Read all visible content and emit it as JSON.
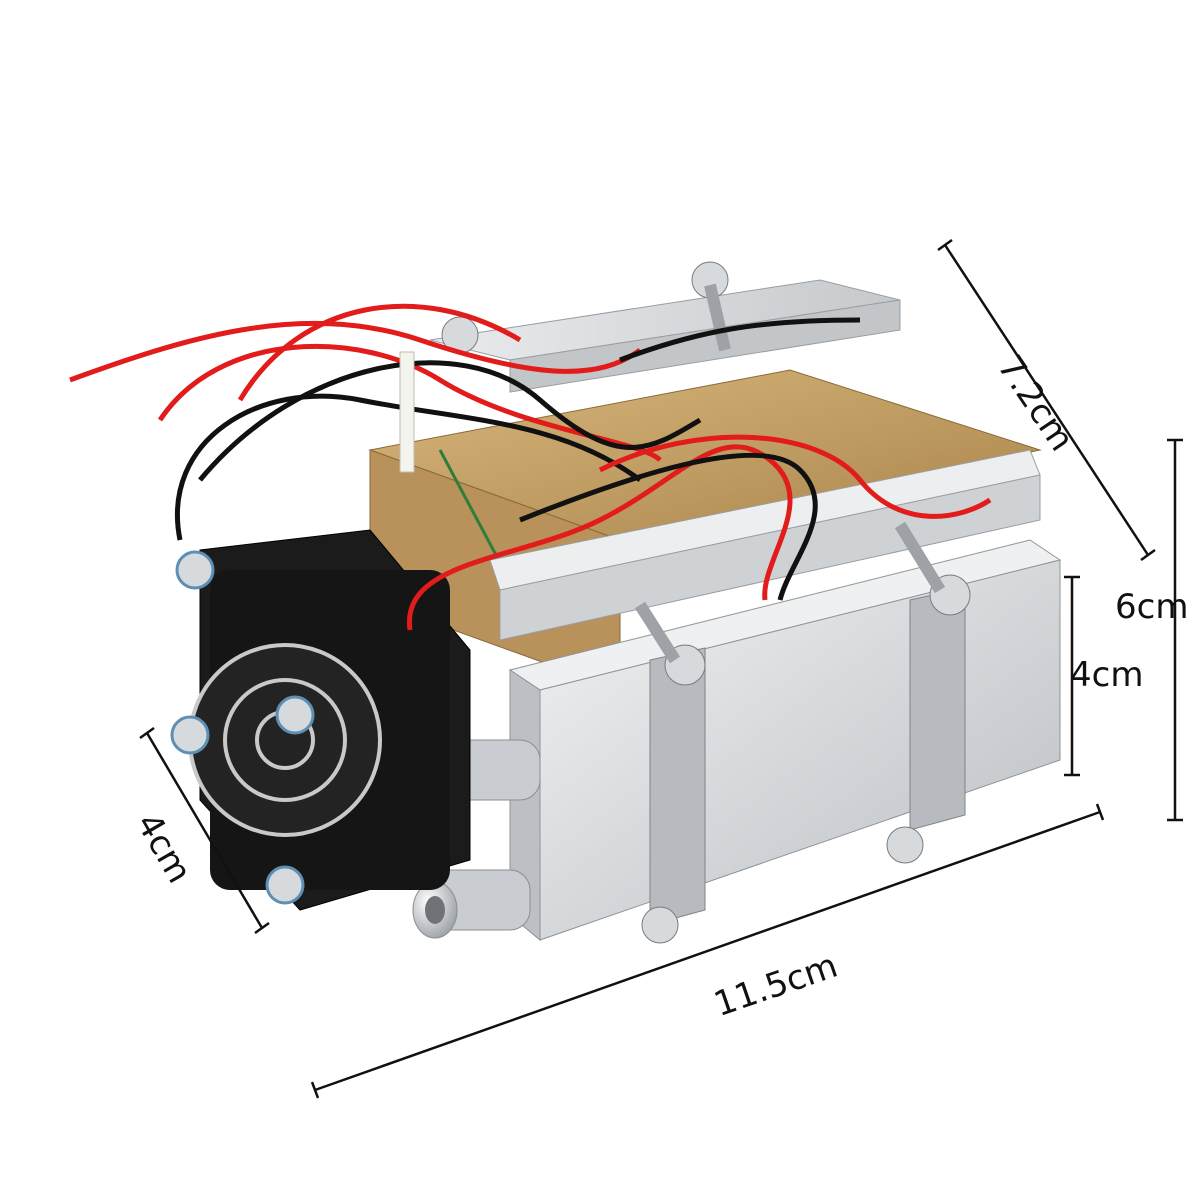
{
  "product": {
    "name": "",
    "colors": {
      "aluminum": "#d9dcdf",
      "aluminum_shadow": "#a9adb1",
      "acrylic": "#c9a46a",
      "fan": "#151515",
      "wire_red": "#e21b1b",
      "wire_black": "#111111",
      "dimension_line": "#111111"
    }
  },
  "dimensions": {
    "depth": "7.2cm",
    "total_height": "6cm",
    "block_height": "4cm",
    "fan_side": "4cm",
    "length": "11.5cm"
  }
}
